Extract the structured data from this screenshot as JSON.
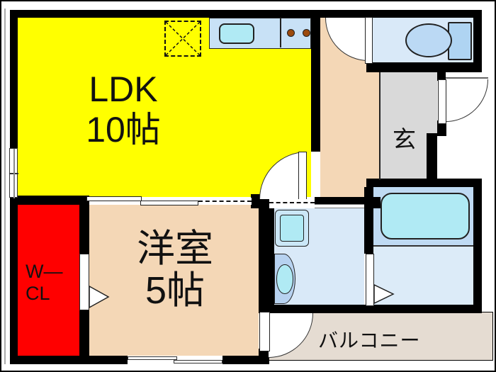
{
  "plan_type": "floor-plan",
  "rooms": {
    "ldk": {
      "name": "LDK",
      "size": "10帖"
    },
    "western": {
      "name": "洋室",
      "size": "5帖"
    },
    "closet": {
      "line1": "W—",
      "line2": "CL"
    },
    "entrance": {
      "label": "玄"
    },
    "balcony": {
      "label": "バルコニー"
    }
  },
  "fixtures": {
    "kitchen_counter": "kitchen-counter-with-sink-and-two-burners",
    "refrigerator_space": "dashed-refrigerator-placement-box",
    "toilet": "toilet-bowl-and-tank",
    "bathtub": "bathtub",
    "washing_machine": "washing-machine-pan",
    "washbasin": "washbasin-vanity",
    "doors": [
      "entrance-swing-door",
      "toilet-swing-door",
      "ldk-hall-swing-door",
      "balcony-swing-door",
      "closet-sliding-door",
      "bathroom-sliding-door",
      "ldk-western-sliding-door"
    ],
    "windows": [
      "left-wall-window",
      "bottom-wall-window"
    ]
  },
  "colors": {
    "wall": "#000000",
    "ldk": "#ffff00",
    "wcl": "#ff0000",
    "room_tan": "#f4d7b6",
    "genkan": "#d9d9d9",
    "balcony": "#e5dcd2",
    "water_floor": "#d9e9f8",
    "fixture_blue": "#c8e1f6",
    "aqua": "#b0eaf4",
    "tub_zone": "#bfdaf3",
    "bath_floor": "#dcebf8",
    "basin": "#b7d2f0",
    "toilet_bowl": "#bbd9f4",
    "burner": "#9c4a0d"
  }
}
